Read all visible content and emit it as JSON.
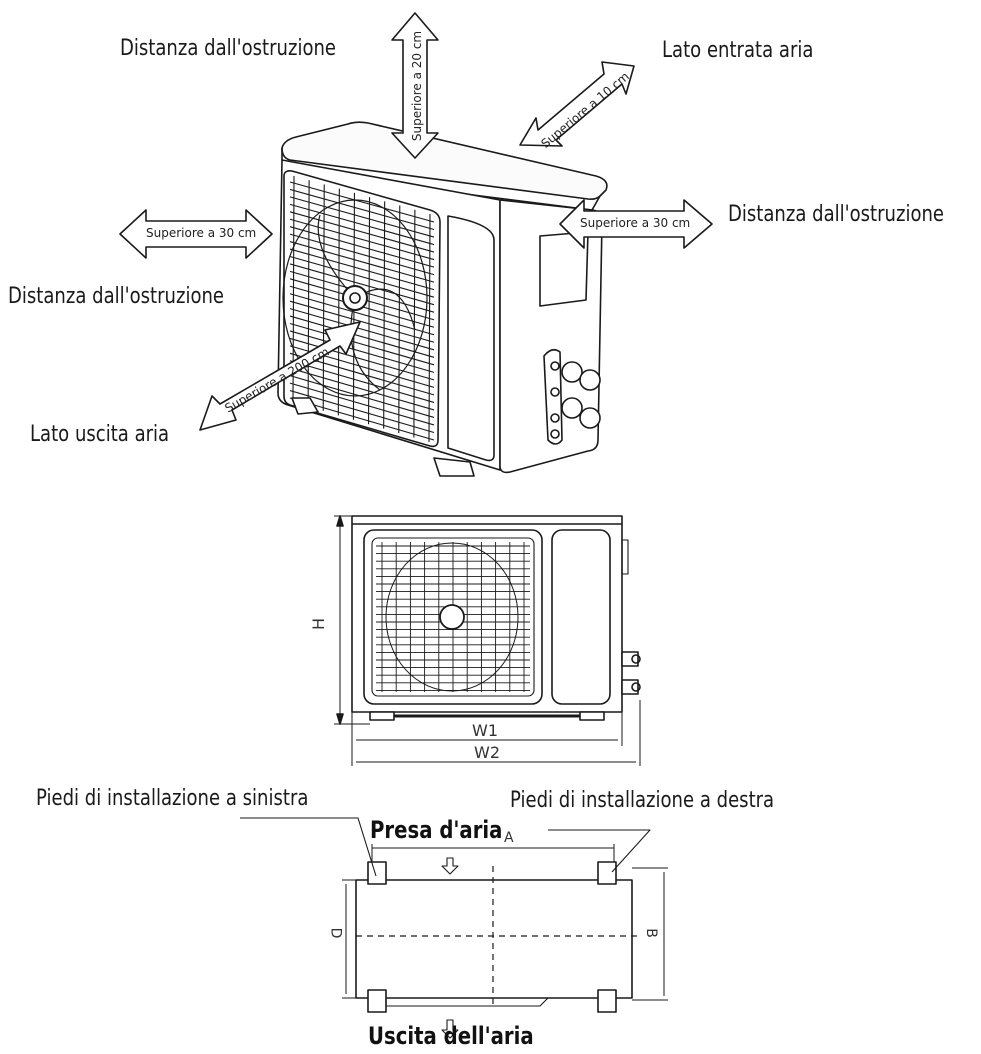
{
  "top": {
    "label_distance_top_left": "Distanza dall'ostruzione",
    "label_air_inlet": "Lato entrata aria",
    "label_distance_right": "Distanza dall'ostruzione",
    "label_distance_left": "Distanza dall'ostruzione",
    "label_air_outlet": "Lato uscita aria",
    "arrow_top": "Superiore a 20 cm",
    "arrow_back": "Superiore a 10 cm",
    "arrow_right": "Superiore a 30 cm",
    "arrow_left": "Superiore a 30 cm",
    "arrow_front": "Superiore a 200 cm"
  },
  "front": {
    "height": "H",
    "width1": "W1",
    "width2": "W2"
  },
  "plan": {
    "label_left_feet": "Piedi di installazione a sinistra",
    "label_right_feet": "Piedi di installazione a destra",
    "label_air_intake": "Presa d'aria",
    "label_air_exit": "Uscita dell'aria",
    "dim_a": "A",
    "dim_b": "B",
    "dim_d": "D"
  }
}
